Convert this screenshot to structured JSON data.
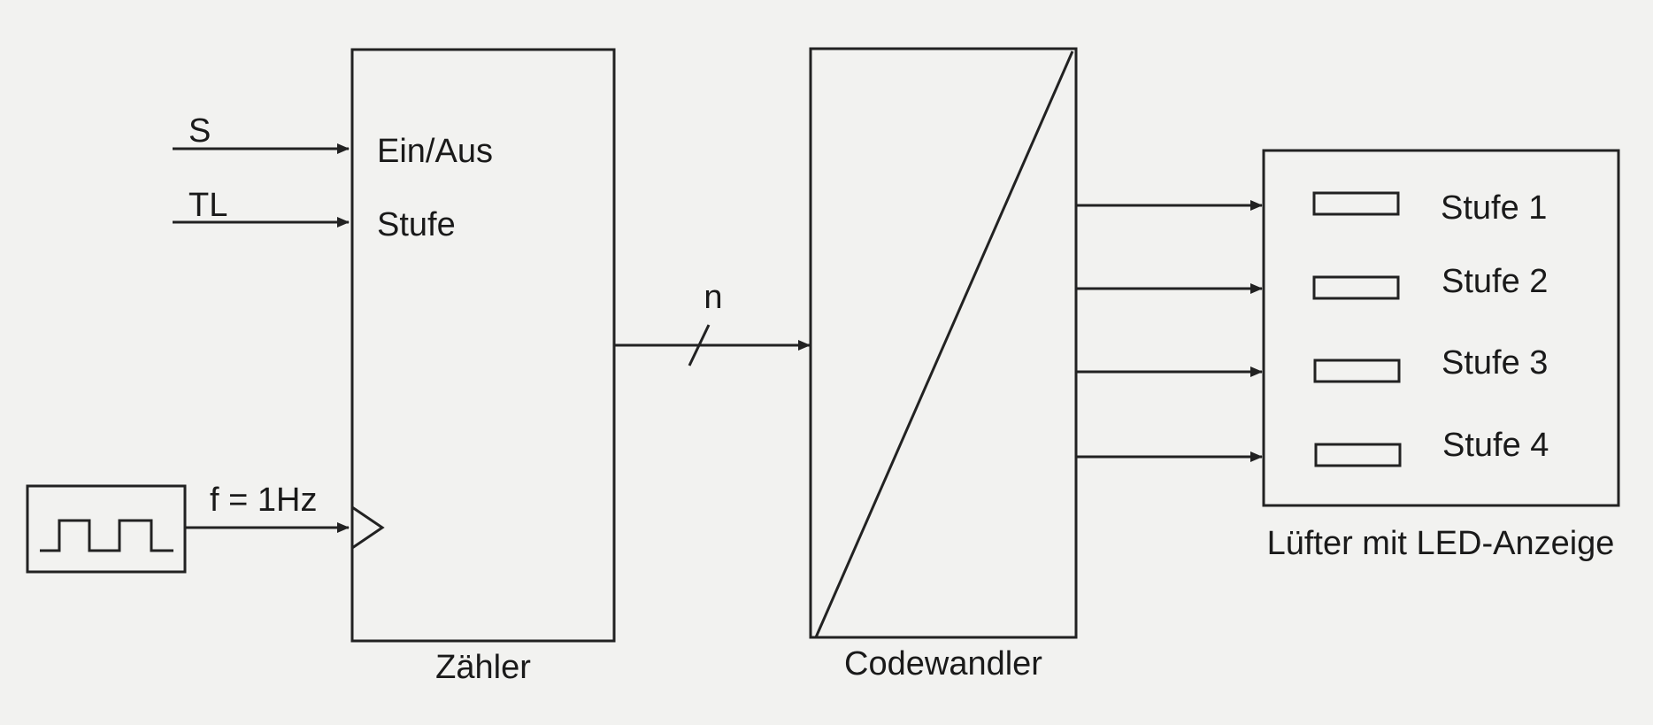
{
  "inputs": {
    "s_label": "S",
    "tl_label": "TL",
    "clock_label": "f = 1Hz"
  },
  "counter": {
    "title": "Zähler",
    "port_on_off": "Ein/Aus",
    "port_level": "Stufe"
  },
  "bus": {
    "width_label": "n"
  },
  "converter": {
    "title": "Codewandler"
  },
  "fan": {
    "title": "Lüfter mit LED-Anzeige",
    "levels": [
      "Stufe 1",
      "Stufe 2",
      "Stufe 3",
      "Stufe 4"
    ]
  },
  "icons": {
    "clock_generator": "square-wave-icon",
    "clock_input": "clock-triangle-icon",
    "led": "led-rectangle-icon"
  }
}
